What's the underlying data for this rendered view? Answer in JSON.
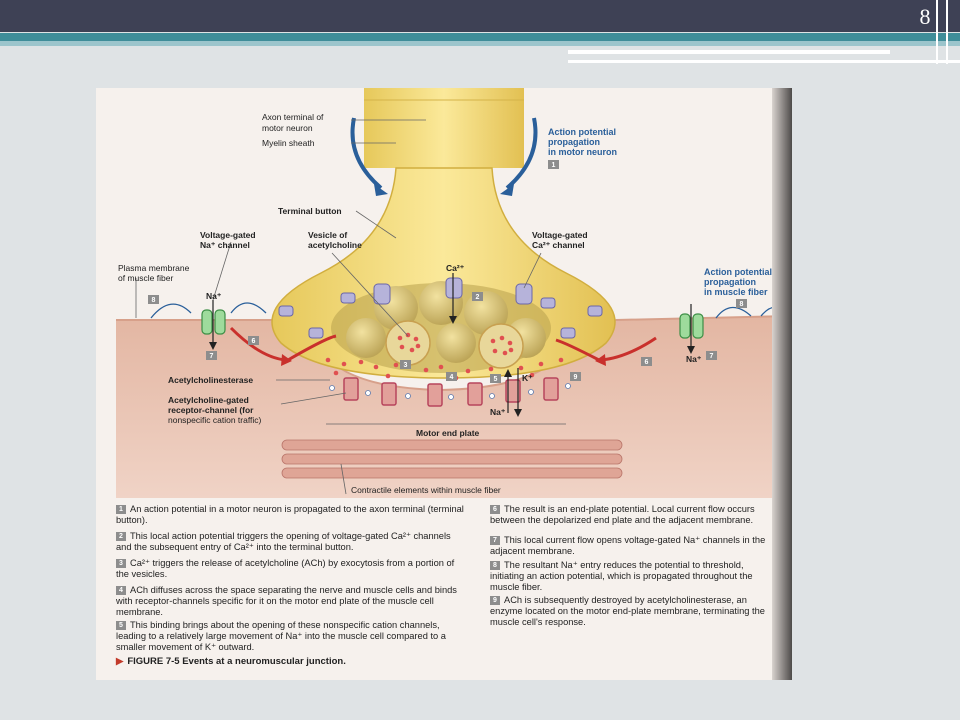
{
  "slide_number": "8",
  "diagram": {
    "labels": {
      "axon_terminal": "Axon terminal of",
      "axon_terminal_2": "motor neuron",
      "myelin_sheath": "Myelin sheath",
      "ap_motor_1": "Action potential",
      "ap_motor_2": "propagation",
      "ap_motor_3": "in motor neuron",
      "terminal_button": "Terminal button",
      "vgna_1": "Voltage-gated",
      "vgna_2": "Na⁺ channel",
      "vesicle_1": "Vesicle of",
      "vesicle_2": "acetylcholine",
      "vgca_1": "Voltage-gated",
      "vgca_2": "Ca²⁺ channel",
      "plasma_1": "Plasma membrane",
      "plasma_2": "of muscle fiber",
      "na_left": "Na⁺",
      "ca": "Ca²⁺",
      "ap_muscle_1": "Action potential",
      "ap_muscle_2": "propagation",
      "ap_muscle_3": "in muscle fiber",
      "na_right": "Na⁺",
      "acetylcholinesterase": "Acetylcholinesterase",
      "achr_1": "Acetylcholine-gated",
      "achr_2": "receptor-channel (for",
      "achr_3": "nonspecific cation traffic)",
      "k": "K⁺",
      "na_center": "Na⁺",
      "end_plate": "Motor end plate",
      "contractile": "Contractile elements within muscle fiber"
    },
    "badges": [
      "1",
      "2",
      "3",
      "4",
      "5",
      "6",
      "7",
      "8",
      "9"
    ]
  },
  "captions": [
    {
      "num": "1",
      "text": "An action potential in a motor neuron is propagated to the axon terminal (terminal button)."
    },
    {
      "num": "2",
      "text": "This local action potential triggers the opening of voltage-gated Ca²⁺ channels and the subsequent entry of Ca²⁺ into the terminal button."
    },
    {
      "num": "3",
      "text": "Ca²⁺ triggers the release of acetylcholine (ACh) by exocytosis from a portion of the vesicles."
    },
    {
      "num": "4",
      "text": "ACh diffuses across the space separating the nerve and muscle cells and binds with receptor-channels specific for it on the motor end plate of the muscle cell membrane."
    },
    {
      "num": "5",
      "text": "This binding brings about the opening of these nonspecific cation channels, leading to a relatively large movement of Na⁺ into the muscle cell compared to a smaller movement of K⁺ outward."
    },
    {
      "num": "6",
      "text": "The result is an end-plate potential. Local current flow occurs between the depolarized end plate and the adjacent membrane."
    },
    {
      "num": "7",
      "text": "This local current flow opens voltage-gated Na⁺ channels in the adjacent membrane."
    },
    {
      "num": "8",
      "text": "The resultant Na⁺ entry reduces the potential to threshold, initiating an action potential, which is propagated throughout the muscle fiber."
    },
    {
      "num": "9",
      "text": "ACh is subsequently destroyed by acetylcholinesterase, an enzyme located on the motor end-plate membrane, terminating the muscle cell's response."
    }
  ],
  "figure_title": "FIGURE 7-5  Events at a neuromuscular junction."
}
